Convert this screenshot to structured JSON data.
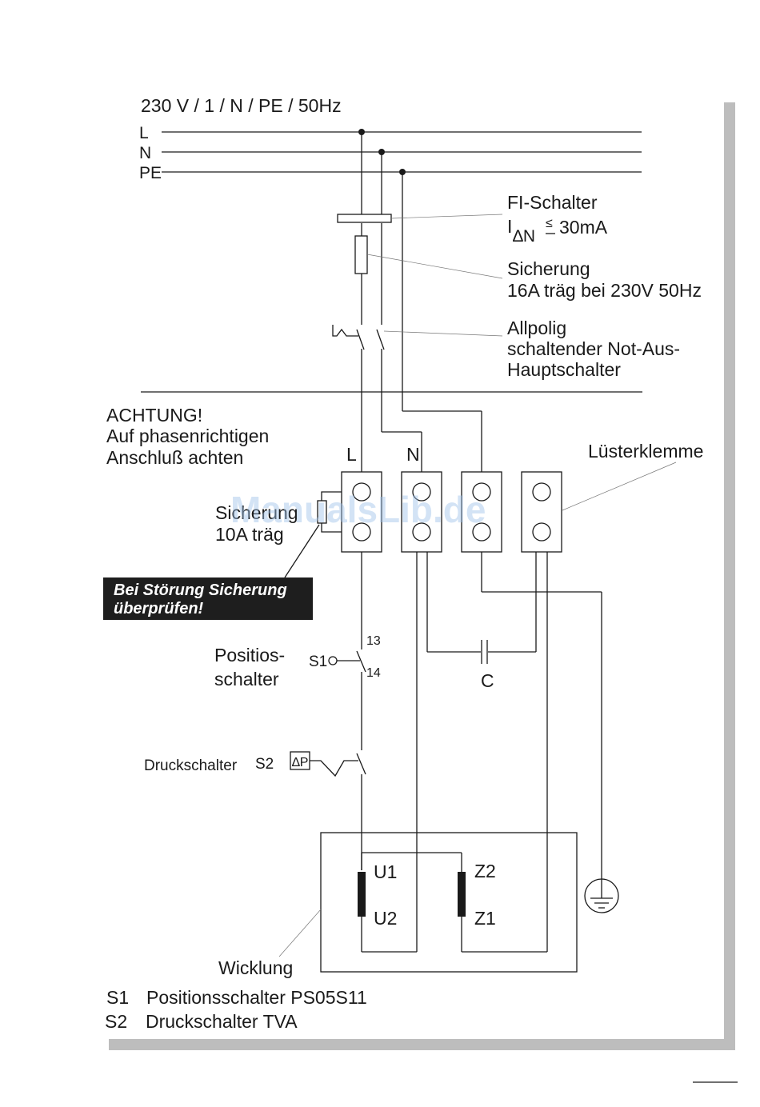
{
  "header": {
    "supply": "230 V / 1 / N / PE / 50Hz"
  },
  "lines": {
    "l": "L",
    "n": "N",
    "pe": "PE"
  },
  "fi": {
    "title": "FI-Schalter",
    "i": "I",
    "sub": "∆N",
    "le": "≤",
    "value": "30mA"
  },
  "fuse_main": {
    "line1": "Sicherung",
    "line2": "16A träg bei 230V 50Hz"
  },
  "main_switch": {
    "line1": "Allpolig",
    "line2": "schaltender Not-Aus-",
    "line3": "Hauptschalter"
  },
  "warning": {
    "line1": "ACHTUNG!",
    "line2": "Auf phasenrichtigen",
    "line3": "Anschluß achten"
  },
  "terminal": {
    "label": "Lüsterklemme",
    "l": "L",
    "n": "N"
  },
  "fuse_small": {
    "line1": "Sicherung",
    "line2": "10A träg"
  },
  "notice": {
    "line1": "Bei Störung Sicherung",
    "line2": "überprüfen!"
  },
  "pos_switch": {
    "line1": "Positios-",
    "line2": "schalter",
    "tag": "S1",
    "pin_top": "13",
    "pin_bottom": "14"
  },
  "capacitor": {
    "label": "C"
  },
  "pressure_switch": {
    "label": "Druckschalter",
    "tag": "S2",
    "symbol": "∆P"
  },
  "motor": {
    "u1": "U1",
    "u2": "U2",
    "z2": "Z2",
    "z1": "Z1",
    "label": "Wicklung"
  },
  "legend": [
    {
      "code": "S1",
      "text": "Positionsschalter PS05S11"
    },
    {
      "code": "S2",
      "text": "Druckschalter TVA"
    }
  ],
  "watermark": "ManualsLib.de",
  "colors": {
    "line": "#1a1a1a",
    "shadow": "#bdbdbd",
    "notice_bg": "#1e1e1e",
    "watermark": "#9fc2ea"
  }
}
